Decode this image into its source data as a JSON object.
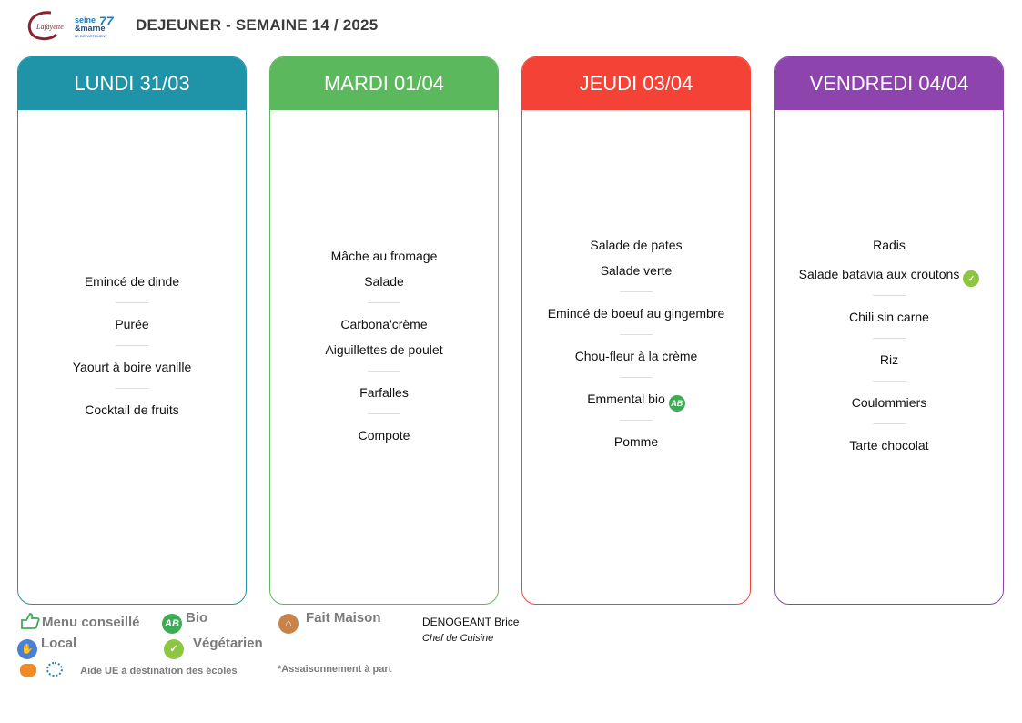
{
  "title": "DEJEUNER - SEMAINE 14 / 2025",
  "logos": {
    "left": "Lafayette",
    "right_line1": "seine",
    "right_line2": "&marne",
    "right_num": "77",
    "right_sub": "LE DÉPARTEMENT"
  },
  "days": [
    {
      "label": "LUNDI 31/03",
      "color": "#1f93a7",
      "items": [
        "Emincé de dinde",
        "—",
        "Purée",
        "—",
        "Yaourt à boire vanille",
        "—",
        "Cocktail de fruits"
      ]
    },
    {
      "label": "MARDI 01/04",
      "color": "#5cb85c",
      "items": [
        "Mâche au fromage",
        "Salade",
        "—",
        "Carbona'crème",
        "Aiguillettes de poulet",
        "—",
        "Farfalles",
        "—",
        "Compote"
      ]
    },
    {
      "label": "JEUDI 03/04",
      "color": "#f44336",
      "items": [
        "Salade de pates",
        "Salade verte",
        "—",
        "Emincé de boeuf au gingembre",
        "—",
        "Chou-fleur à la crème",
        "—",
        "Emmental bio",
        "—",
        "Pomme"
      ]
    },
    {
      "label": "VENDREDI 04/04",
      "color": "#8e44ad",
      "items": [
        "Radis",
        "Salade batavia aux croutons",
        "—",
        "Chili sin carne",
        "—",
        "Riz",
        "—",
        "Coulommiers",
        "—",
        "Tarte chocolat"
      ]
    }
  ],
  "legend": {
    "menu_conseille": "Menu conseillé",
    "bio": "Bio",
    "fait_maison": "Fait Maison",
    "local": "Local",
    "vegetarien": "Végétarien",
    "bio_badge": "AB",
    "aide_ue": "Aide UE à destination des écoles",
    "assaisonnement": "*Assaisonnement à part"
  },
  "chef": {
    "name": "DENOGEANT Brice",
    "role": "Chef de Cuisine"
  }
}
